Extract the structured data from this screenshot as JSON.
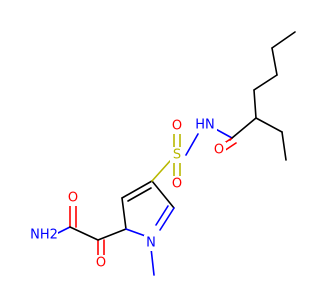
{
  "molecule": {
    "atoms": {
      "amide_nh2": "NH2",
      "amide_o": "O",
      "keto_o": "O",
      "ring_n": "N",
      "sulfur": "S",
      "s_o_top": "O",
      "s_o_bottom": "O",
      "sulfonamide_nh": "HN",
      "acyl_o": "O"
    },
    "colors": {
      "carbon_bond": "#000000",
      "oxygen": "#ff0000",
      "nitrogen": "#0000ff",
      "sulfur": "#b8b800"
    }
  }
}
